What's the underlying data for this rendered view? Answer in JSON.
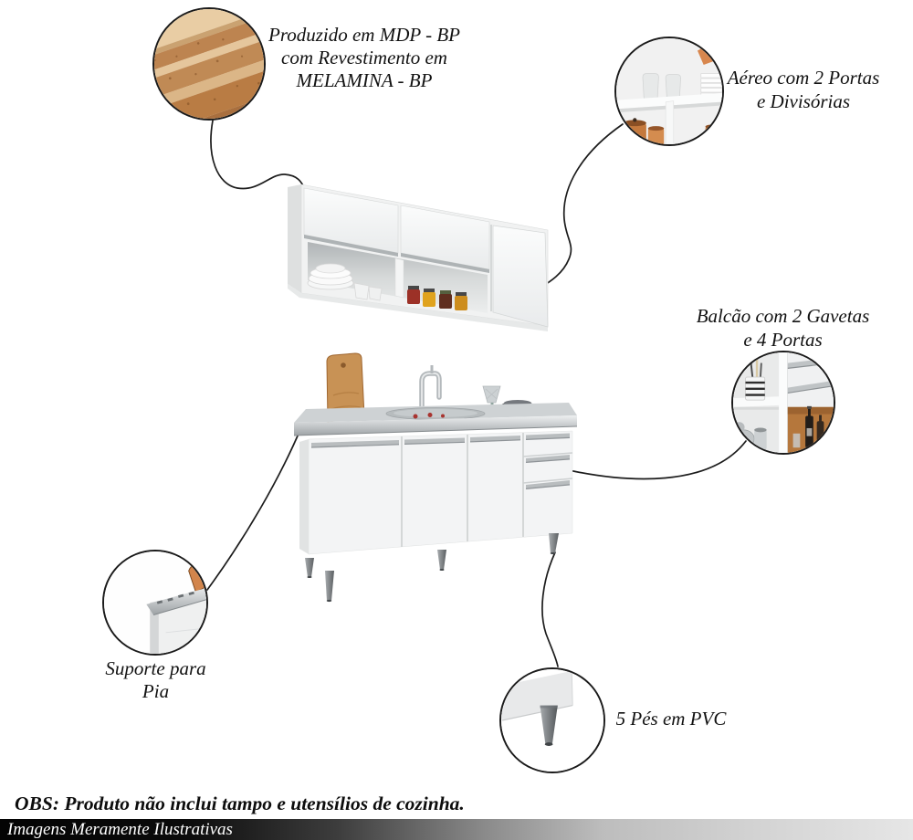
{
  "callouts": {
    "material": {
      "label": "Produzido em MDP - BP\ncom Revestimento em\nMELAMINA - BP"
    },
    "aereo": {
      "label": "Aéreo com 2 Portas\ne Divisórias"
    },
    "balcao": {
      "label": "Balcão com 2 Gavetas\ne 4 Portas"
    },
    "suporte": {
      "label": "Suporte para\nPia"
    },
    "pes": {
      "label": "5 Pés em PVC"
    }
  },
  "notes": {
    "obs": "OBS: Produto não inclui tampo e utensílios de cozinha.",
    "footer": "Imagens Meramente Ilustrativas"
  },
  "colors": {
    "line": "#1c1c1c",
    "cabinet_white": "#f3f4f5",
    "steel": "#aeb3b6",
    "wood_board": "#c08a55",
    "cutting_board": "#c89255",
    "copper": "#c87f4f",
    "jar_red": "#9c3127",
    "jar_yellow": "#e0a31e",
    "footer_gradient_left": "#040404",
    "footer_gradient_right": "#e6e6e6"
  }
}
